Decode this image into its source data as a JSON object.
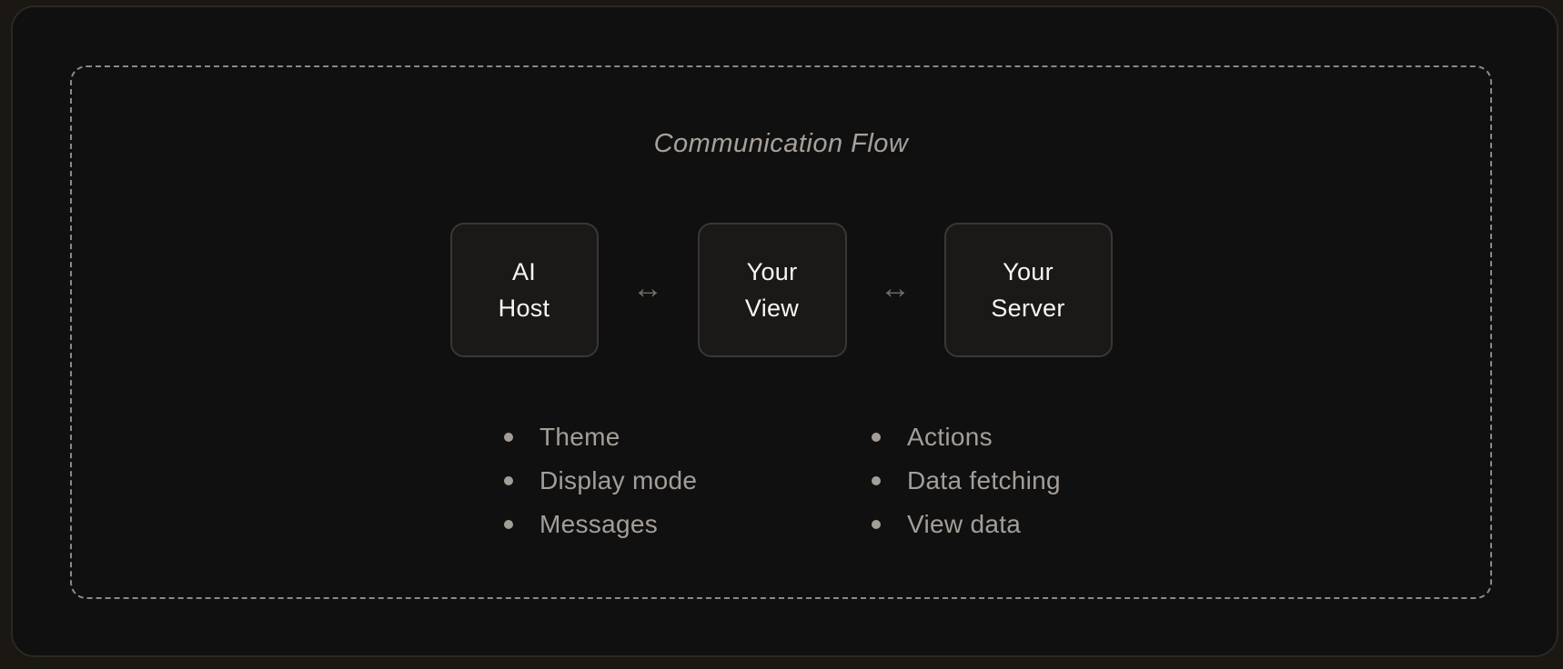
{
  "diagram": {
    "title": "Communication Flow",
    "nodes": [
      {
        "label": "AI\nHost"
      },
      {
        "label": "Your\nView"
      },
      {
        "label": "Your\nServer"
      }
    ],
    "arrow_symbol": "↔",
    "lists": [
      {
        "items": [
          "Theme",
          "Display mode",
          "Messages"
        ]
      },
      {
        "items": [
          "Actions",
          "Data fetching",
          "View data"
        ]
      }
    ],
    "colors": {
      "page_background": "#1b1713",
      "panel_background": "#111010",
      "panel_border": "#2b2825",
      "dashed_border": "#8e8983",
      "title_text": "#a7a19b",
      "node_background": "#1a1918",
      "node_border": "#3a3634",
      "node_text": "#f7f6f5",
      "arrow": "#716c66",
      "list_text": "#a49e99"
    }
  }
}
